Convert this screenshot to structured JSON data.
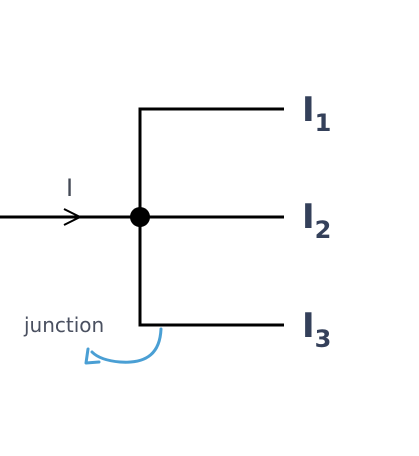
{
  "diagram": {
    "incoming_current": "I",
    "branches": [
      {
        "symbol": "I",
        "subscript": "1"
      },
      {
        "symbol": "I",
        "subscript": "2"
      },
      {
        "symbol": "I",
        "subscript": "3"
      }
    ],
    "junction_label": "junction",
    "colors": {
      "wire": "#000000",
      "label": "#34405a",
      "annotation_arrow": "#4a9fd4"
    }
  }
}
